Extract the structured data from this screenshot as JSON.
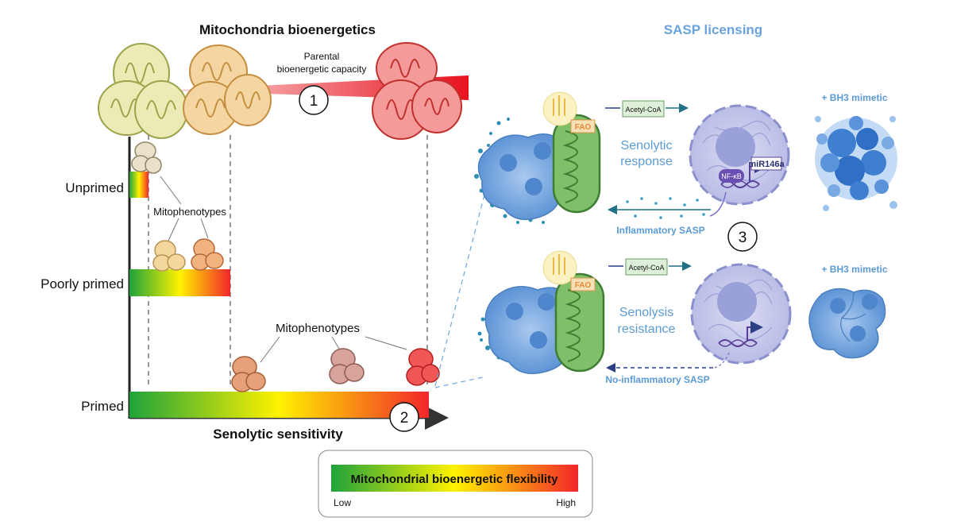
{
  "left_panel": {
    "title": "Mitochondria bioenergetics",
    "parental_label_line1": "Parental",
    "parental_label_line2": "bioenergetic capacity",
    "marker_1": "1",
    "marker_2": "2",
    "row_labels": {
      "unprimed": "Unprimed",
      "poorly_primed": "Poorly primed",
      "primed": "Primed"
    },
    "mitophenotypes_upper": "Mitophenotypes",
    "mitophenotypes_lower": "Mitophenotypes",
    "x_axis_label": "Senolytic sensitivity"
  },
  "legend": {
    "title": "Mitochondrial bioenergetic flexibility",
    "low": "Low",
    "high": "High"
  },
  "right_panel": {
    "title": "SASP licensing",
    "marker_3": "3",
    "top": {
      "acetyl": "Acetyl-CoA",
      "fao": "FAO",
      "response_line1": "Senolytic",
      "response_line2": "response",
      "mirna": "miR146a",
      "nfkb": "NF-κB",
      "sasp": "Inflammatory SASP",
      "bh3": "+ BH3 mimetic"
    },
    "bottom": {
      "acetyl": "Acetyl-CoA",
      "fao": "FAO",
      "response_line1": "Senolysis",
      "response_line2": "resistance",
      "sasp": "No-inflammatory SASP",
      "bh3": "+ BH3 mimetic"
    }
  },
  "colors": {
    "gradient_low": "#1fa33a",
    "gradient_mid": "#fff200",
    "gradient_high": "#f2262a",
    "sasp_blue": "#5b9bd5",
    "navy": "#2a3f86",
    "mito_green": "#5fa14a"
  }
}
